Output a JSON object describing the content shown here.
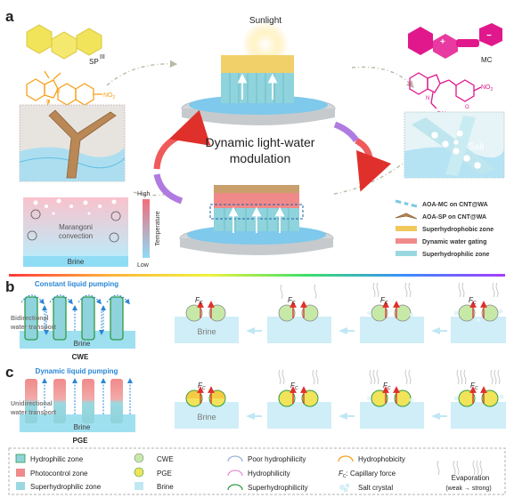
{
  "panel_labels": {
    "a": "a",
    "b": "b",
    "c": "c"
  },
  "panel_a": {
    "sunlight": "Sunlight",
    "center_title_1": "Dynamic light-water",
    "center_title_2": "modulation",
    "sp_label": "SP",
    "sp_mark": "III",
    "mc_label": "MC",
    "salt": "Salt",
    "marangoni_1": "Marangoni",
    "marangoni_2": "convection",
    "brine": "Brine",
    "temp_high": "High",
    "temp_low": "Low",
    "temp_axis": "Temperature",
    "no2_left": "NO",
    "no2_right": "NO",
    "sub2": "2",
    "oh_left": "OH",
    "oh_right": "OH",
    "n_left": "N",
    "n_right": "N",
    "o_left": "O",
    "o_right": "O",
    "plus": "+",
    "minus": "−",
    "legend": [
      "AOA-MC on CNT@WA",
      "AOA-SP on CNT@WA",
      "Superhydrophobic zone",
      "Dynamic water gating",
      "Superhydrophilic zone"
    ]
  },
  "panel_b": {
    "pump": "Constant liquid pumping",
    "transport_1": "Bidirectional",
    "transport_2": "water transport",
    "brine": "Brine",
    "name": "CWE",
    "fc": "F",
    "fc_sub": "C",
    "step_brine": "Brine"
  },
  "panel_c": {
    "pump": "Dynamic liquid pumping",
    "transport_1": "Unidirectional",
    "transport_2": "water transport",
    "brine": "Brine",
    "name": "PGE",
    "fc": "F",
    "fc_sub": "C",
    "step_brine": "Brine"
  },
  "bottom_legend": {
    "hydrophilic_zone": "Hydrophilic zone",
    "photocontrol_zone": "Photocontrol zone",
    "superhydrophilic_zone": "Superhydrophilic zone",
    "cwe": "CWE",
    "pge": "PGE",
    "brine": "Brine",
    "poor_hydrophilicity": "Poor hydrophilicity",
    "hydrophilicity": "Hydrophilicity",
    "superhydrophilicity": "Superhydrophilicity",
    "hydrophobicity": "Hydrophobicity",
    "fc_label": "F",
    "fc_sub": "C",
    "fc_text": ": Capillary force",
    "salt_crystal": "Salt crystal",
    "evaporation": "Evaporation",
    "evap_range": "(weak → strong)"
  },
  "colors": {
    "water": "#9fe0f0",
    "water_dark": "#46b8de",
    "pillar": "#8fd3dc",
    "pillar_edge": "#2e9c48",
    "photo": "#f08a8a",
    "pump_blue": "#2a86d6",
    "arrow_red": "#e0302c",
    "yellow": "#f1e35a",
    "magenta": "#e0188c",
    "orange": "#f7a11a",
    "wood": "#b98856",
    "text_gray": "#7a7a7a"
  }
}
